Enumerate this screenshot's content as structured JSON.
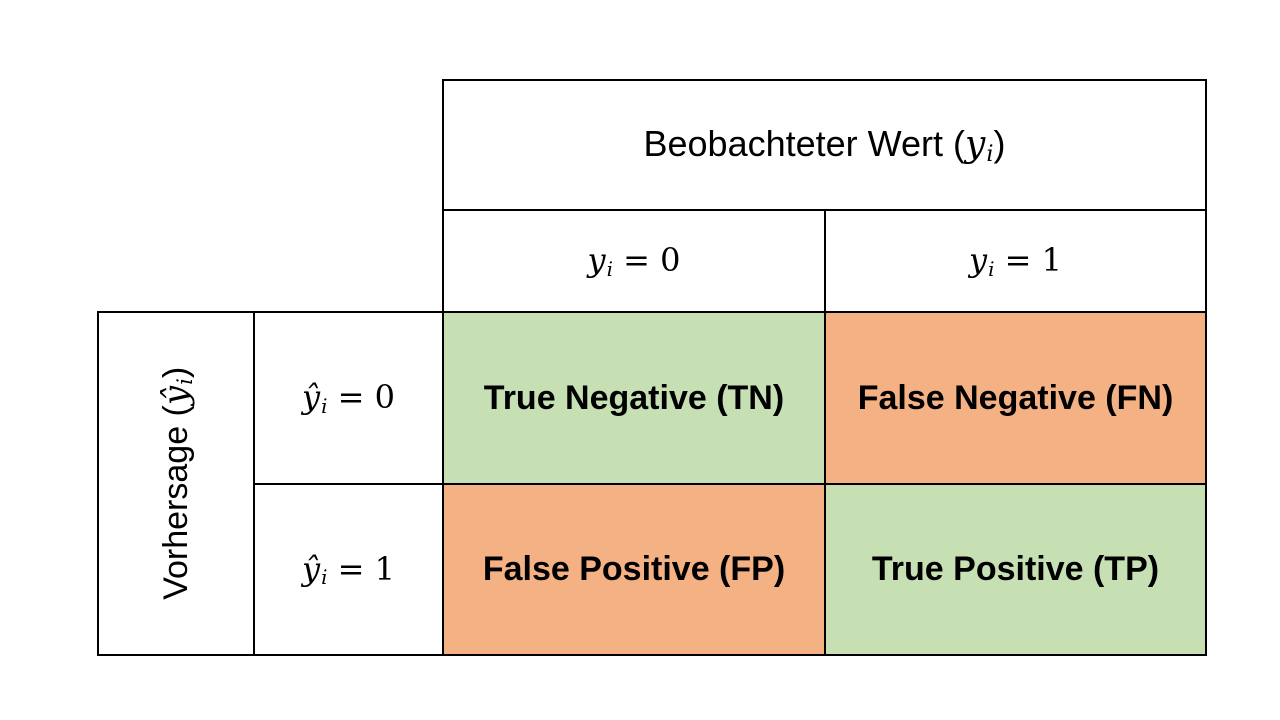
{
  "colors": {
    "green": "#c6e0b4",
    "orange": "#f4b183",
    "border": "#000000",
    "background": "#ffffff"
  },
  "observed_header": {
    "prefix": "Beobachteter Wert (",
    "var": "y",
    "sub": "i",
    "suffix": ")"
  },
  "observed_cols": [
    {
      "var": "y",
      "sub": "i",
      "eq": " = 0"
    },
    {
      "var": "y",
      "sub": "i",
      "eq": " = 1"
    }
  ],
  "predicted_header": {
    "prefix": "Vorhersage (",
    "var": "ŷ",
    "sub": "i",
    "suffix": ")"
  },
  "predicted_rows": [
    {
      "var": "ŷ",
      "sub": "i",
      "eq": " = 0"
    },
    {
      "var": "ŷ",
      "sub": "i",
      "eq": " = 1"
    }
  ],
  "cells": {
    "tn": {
      "label": "True Negative (TN)",
      "color_key": "green"
    },
    "fn": {
      "label": "False Negative (FN)",
      "color_key": "orange"
    },
    "fp": {
      "label": "False Positive (FP)",
      "color_key": "orange"
    },
    "tp": {
      "label": "True Positive (TP)",
      "color_key": "green"
    }
  }
}
